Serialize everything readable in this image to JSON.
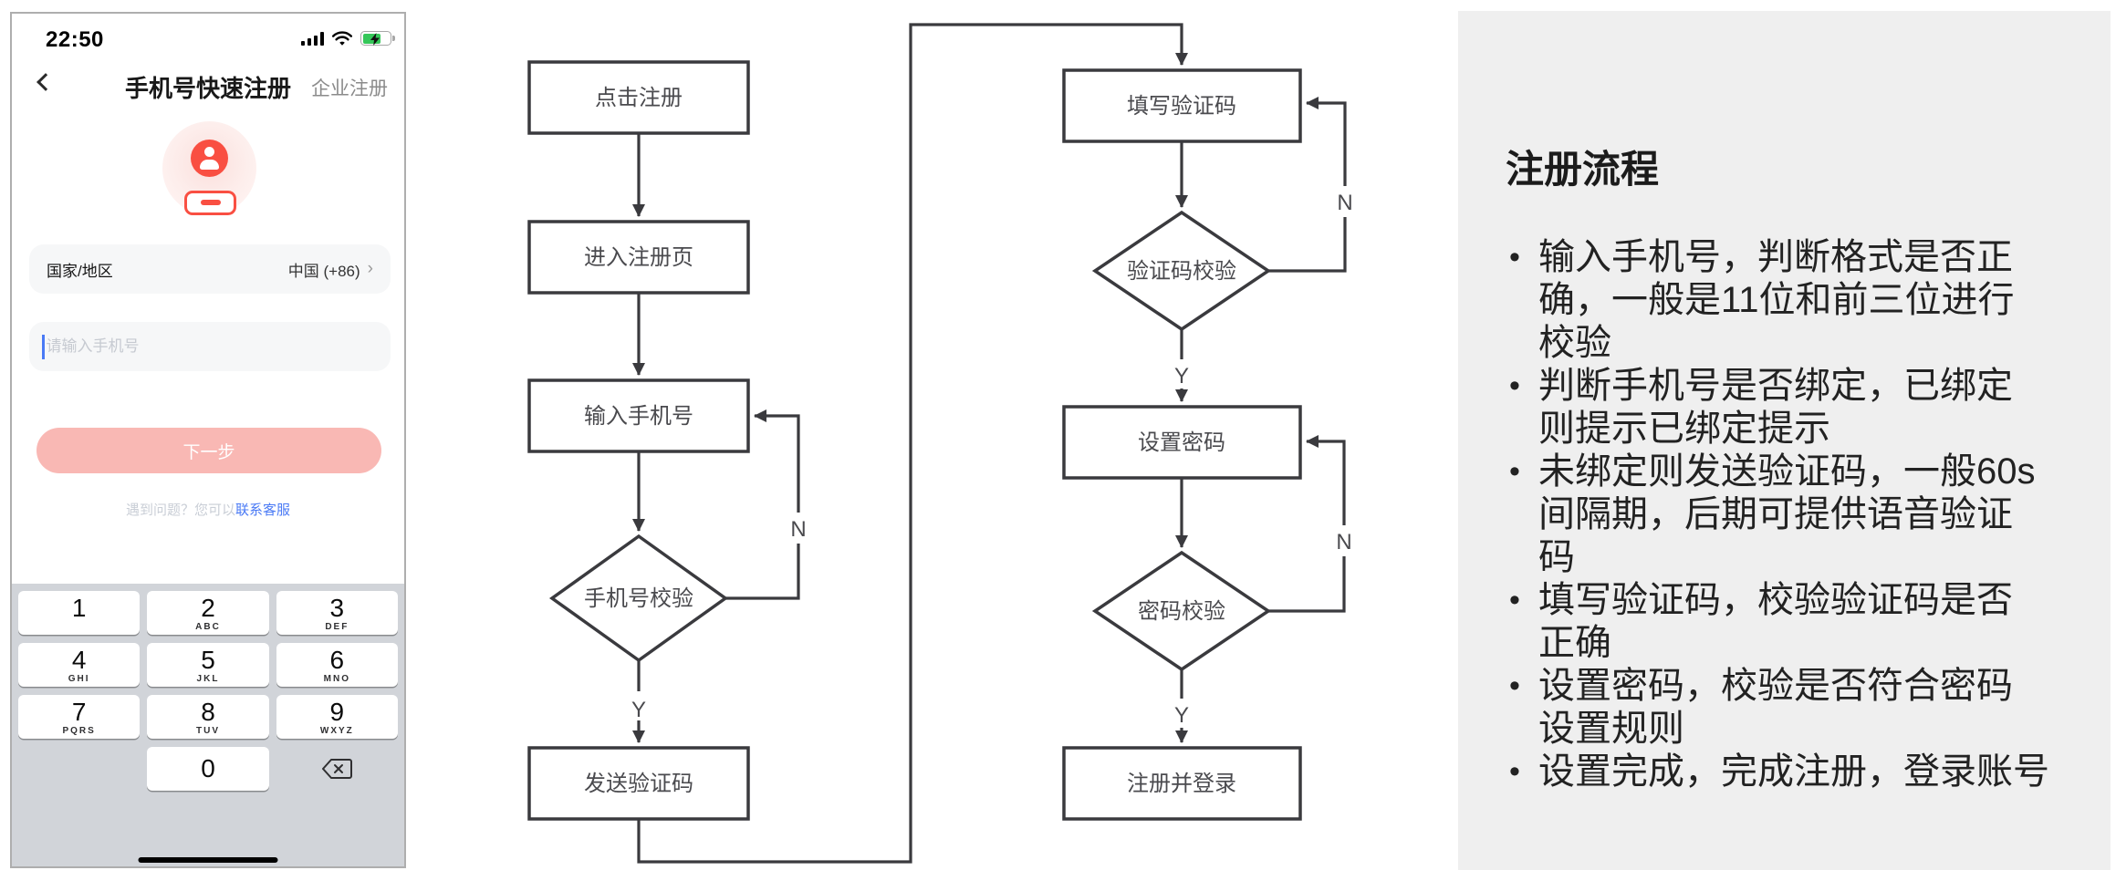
{
  "phone": {
    "status_bar": {
      "time": "22:50"
    },
    "nav": {
      "title": "手机号快速注册",
      "right_link": "企业注册"
    },
    "form": {
      "country_label": "国家/地区",
      "country_value": "中国 (+86)",
      "country_chevron": "›",
      "phone_placeholder": "请输入手机号",
      "next_button": "下一步",
      "help_prefix": "遇到问题？您可以",
      "help_link": "联系客服"
    },
    "keypad": {
      "keys": [
        {
          "digit": "1",
          "letters": ""
        },
        {
          "digit": "2",
          "letters": "ABC"
        },
        {
          "digit": "3",
          "letters": "DEF"
        },
        {
          "digit": "4",
          "letters": "GHI"
        },
        {
          "digit": "5",
          "letters": "JKL"
        },
        {
          "digit": "6",
          "letters": "MNO"
        },
        {
          "digit": "7",
          "letters": "PQRS"
        },
        {
          "digit": "8",
          "letters": "TUV"
        },
        {
          "digit": "9",
          "letters": "WXYZ"
        },
        {
          "digit": "0",
          "letters": ""
        }
      ]
    }
  },
  "flowchart": {
    "steps": {
      "click_register": "点击注册",
      "enter_register_page": "进入注册页",
      "input_phone": "输入手机号",
      "phone_check": "手机号校验",
      "send_code": "发送验证码",
      "fill_code": "填写验证码",
      "code_check": "验证码校验",
      "set_password": "设置密码",
      "password_check": "密码校验",
      "register_login": "注册并登录"
    },
    "yes_label": "Y",
    "no_label": "N"
  },
  "notes_panel": {
    "title": "注册流程",
    "bullets": [
      "输入手机号，判断格式是否正确，一般是11位和前三位进行校验",
      "判断手机号是否绑定，已绑定则提示已绑定提示",
      "未绑定则发送验证码，一般60s间隔期，后期可提供语音验证码",
      "填写验证码，校验验证码是否正确",
      "设置密码，校验是否符合密码设置规则",
      "设置完成，完成注册，登录账号"
    ]
  },
  "colors": {
    "accent_red": "#f94f42",
    "button_pink": "#f9b8b4",
    "link_blue": "#4a7af5",
    "panel_gray": "#efefef",
    "battery_green": "#35c759",
    "keyboard_gray": "#d1d4d9",
    "flow_stroke": "#3a3a3e"
  }
}
